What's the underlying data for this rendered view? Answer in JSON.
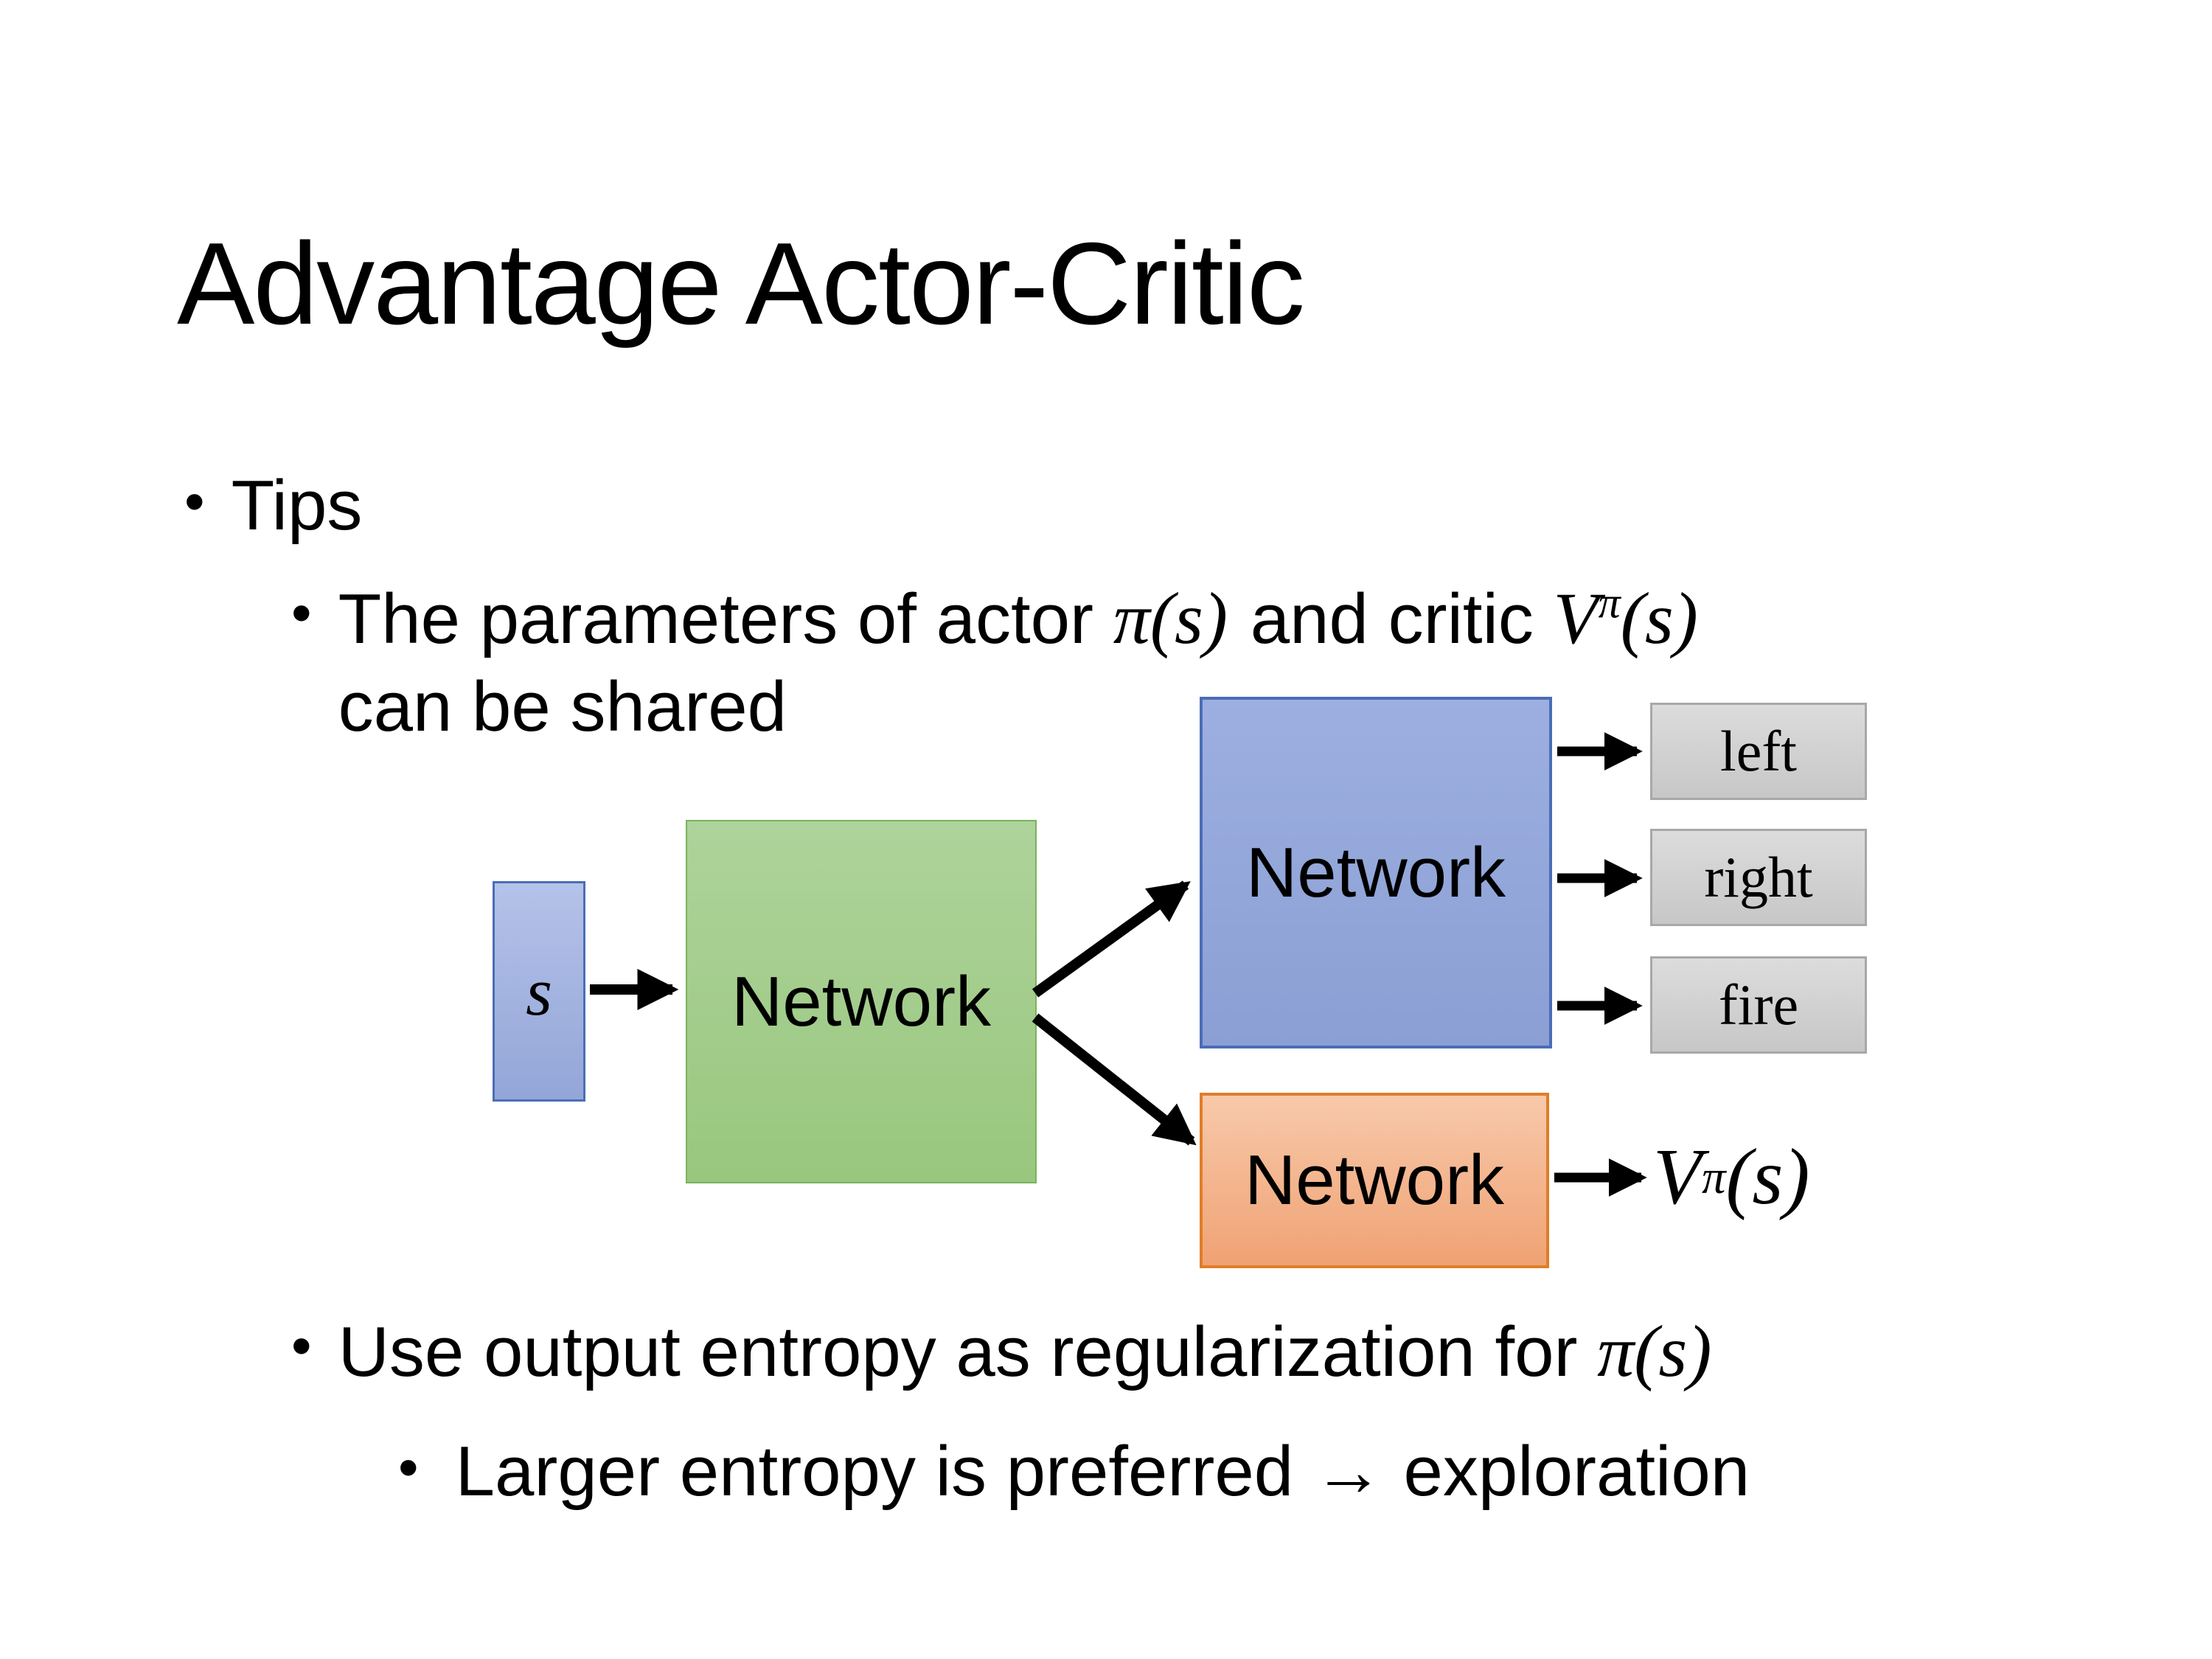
{
  "title": "Advantage Actor-Critic",
  "bullets": {
    "glyph": "•",
    "tips": "Tips",
    "param": {
      "pre": "The parameters of actor ",
      "actor_math": "π(s)",
      "mid": "and critic ",
      "critic_base": "V",
      "critic_sup": "π",
      "critic_args": "(s)",
      "cont": "can be shared"
    },
    "entropy": {
      "pre": "Use output entropy as regularization for ",
      "math": "π(s)"
    },
    "exploration": "Larger entropy is preferred → exploration"
  },
  "diagram": {
    "state_label": "s",
    "shared_network_label": "Network",
    "actor_network_label": "Network",
    "critic_network_label": "Network",
    "action_left": "left",
    "action_right": "right",
    "action_fire": "fire",
    "value_base": "V",
    "value_sup": "π",
    "value_args": "(s)",
    "colors": {
      "state_fill_top": "#b5c2e9",
      "state_fill_bottom": "#93a6d8",
      "state_border": "#4c6db6",
      "shared_fill_top": "#aed39b",
      "shared_fill_bottom": "#99c77e",
      "shared_border": "#7cb25e",
      "actor_fill_top": "#9dafe0",
      "actor_fill_bottom": "#8b9fd4",
      "actor_border": "#4a6db6",
      "critic_fill_top": "#f8c9ab",
      "critic_fill_bottom": "#efa273",
      "critic_border": "#e07d28",
      "action_fill_top": "#dcdcdc",
      "action_fill_bottom": "#c7c7c7",
      "action_border": "#a8a8a8",
      "arrow": "#000000",
      "text": "#000000",
      "background": "#ffffff"
    }
  }
}
